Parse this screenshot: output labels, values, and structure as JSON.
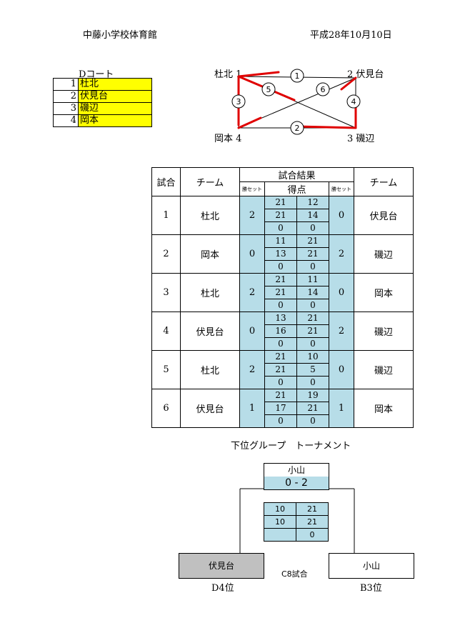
{
  "header": {
    "venue": "中藤小学校体育館",
    "date": "平成28年10月10日"
  },
  "court": {
    "title": "Dコート",
    "teams": [
      {
        "num": "1",
        "name": "杜北"
      },
      {
        "num": "2",
        "name": "伏見台"
      },
      {
        "num": "3",
        "name": "磯辺"
      },
      {
        "num": "4",
        "name": "岡本"
      }
    ]
  },
  "diagram": {
    "tl": "杜北 1",
    "tr": "2 伏見台",
    "bl": "岡本 4",
    "br": "3 磯辺",
    "matches": [
      "1",
      "2",
      "3",
      "4",
      "5",
      "6"
    ]
  },
  "results": {
    "h_match": "試合",
    "h_team": "チーム",
    "h_result": "試合結果",
    "h_points": "得点",
    "h_sets": "勝セット",
    "rows": [
      {
        "no": "1",
        "t1": "杜北",
        "s1": "2",
        "p": [
          [
            "21",
            "12"
          ],
          [
            "21",
            "14"
          ],
          [
            "0",
            "0"
          ]
        ],
        "s2": "0",
        "t2": "伏見台"
      },
      {
        "no": "2",
        "t1": "岡本",
        "s1": "0",
        "p": [
          [
            "11",
            "21"
          ],
          [
            "13",
            "21"
          ],
          [
            "0",
            "0"
          ]
        ],
        "s2": "2",
        "t2": "磯辺"
      },
      {
        "no": "3",
        "t1": "杜北",
        "s1": "2",
        "p": [
          [
            "21",
            "11"
          ],
          [
            "21",
            "14"
          ],
          [
            "0",
            "0"
          ]
        ],
        "s2": "0",
        "t2": "岡本"
      },
      {
        "no": "4",
        "t1": "伏見台",
        "s1": "0",
        "p": [
          [
            "13",
            "21"
          ],
          [
            "16",
            "21"
          ],
          [
            "0",
            "0"
          ]
        ],
        "s2": "2",
        "t2": "磯辺"
      },
      {
        "no": "5",
        "t1": "杜北",
        "s1": "2",
        "p": [
          [
            "21",
            "10"
          ],
          [
            "21",
            "5"
          ],
          [
            "0",
            "0"
          ]
        ],
        "s2": "0",
        "t2": "磯辺"
      },
      {
        "no": "6",
        "t1": "伏見台",
        "s1": "1",
        "p": [
          [
            "21",
            "19"
          ],
          [
            "17",
            "21"
          ],
          [
            "0",
            "0"
          ]
        ],
        "s2": "1",
        "t2": "岡本"
      }
    ]
  },
  "tournament": {
    "title": "下位グループ　トーナメント",
    "winner": "小山",
    "score": "0 - 2",
    "points": [
      [
        "10",
        "21"
      ],
      [
        "10",
        "21"
      ],
      [
        "",
        "0"
      ]
    ],
    "left_team": "伏見台",
    "right_team": "小山",
    "match_label": "C8試合",
    "left_rank": "D4位",
    "right_rank": "B3位"
  }
}
